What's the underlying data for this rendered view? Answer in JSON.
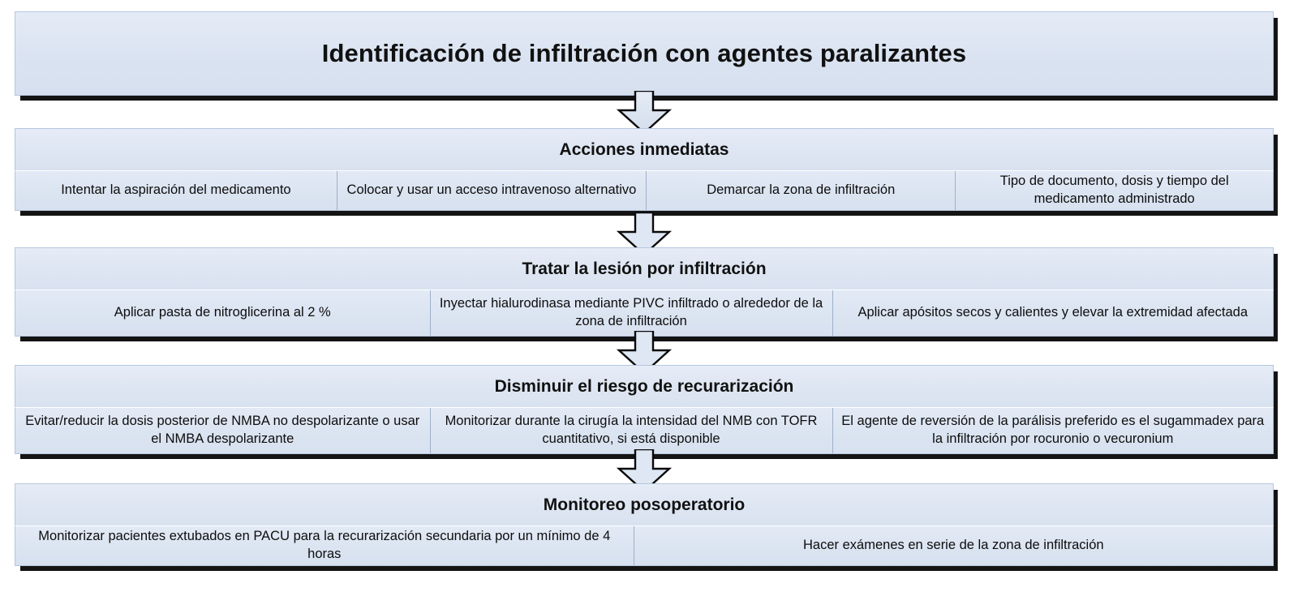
{
  "diagram": {
    "title": "Identificación de infiltración con agentes paralizantes",
    "accent_fill": "#dce5f2",
    "border_color": "#b6c6dd",
    "shadow_color": "#000000",
    "sections": [
      {
        "header": "Acciones inmediatas",
        "cells": [
          "Intentar la aspiración del medicamento",
          "Colocar y usar un acceso intravenoso alternativo",
          "Demarcar la zona de infiltración",
          "Tipo de documento, dosis y tiempo del medicamento administrado"
        ]
      },
      {
        "header": "Tratar la lesión por infiltración",
        "cells": [
          "Aplicar pasta de nitroglicerina al 2 %",
          "Inyectar hialurodinasa mediante PIVC infiltrado o alrededor de la zona de infiltración",
          "Aplicar apósitos secos y calientes y elevar la extremidad afectada"
        ]
      },
      {
        "header": "Disminuir el riesgo de recurarización",
        "cells": [
          "Evitar/reducir la dosis posterior de NMBA no despolarizante o usar el NMBA despolarizante",
          "Monitorizar durante la cirugía la intensidad del NMB con TOFR cuantitativo, si está disponible",
          "El agente de reversión de la parálisis preferido es el sugammadex para la infiltración por rocuronio o vecuronium"
        ]
      },
      {
        "header": "Monitoreo posoperatorio",
        "cells": [
          "Monitorizar pacientes extubados en PACU para la recurarización secundaria por un mínimo de 4 horas",
          "Hacer exámenes en serie de la zona de infiltración"
        ]
      }
    ],
    "connectors": [
      "down-arrow-icon",
      "down-arrow-icon",
      "down-arrow-icon",
      "down-arrow-icon"
    ]
  }
}
